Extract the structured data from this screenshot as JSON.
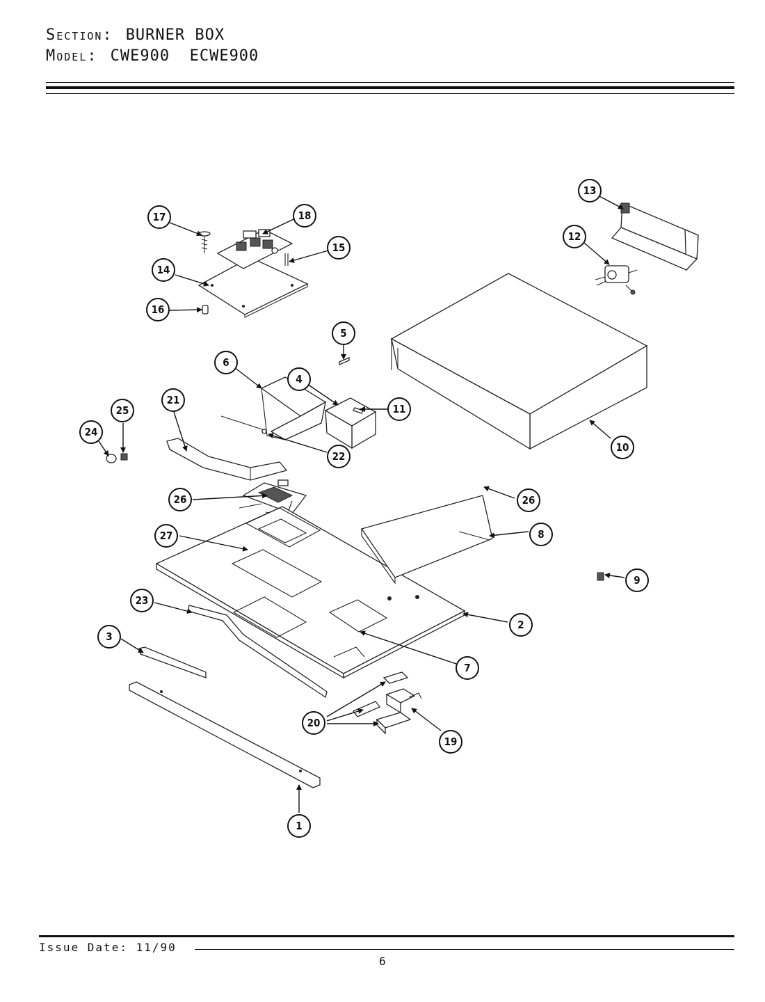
{
  "header": {
    "section_label": "Section:",
    "section_value": "BURNER BOX",
    "model_label": "Model:",
    "model_value": "CWE900  ECWE900"
  },
  "footer": {
    "issue_date": "Issue Date: 11/90",
    "page_number": "6"
  },
  "callouts": [
    {
      "id": "c13",
      "label": "13"
    },
    {
      "id": "c12",
      "label": "12"
    },
    {
      "id": "c17",
      "label": "17"
    },
    {
      "id": "c18",
      "label": "18"
    },
    {
      "id": "c15",
      "label": "15"
    },
    {
      "id": "c14",
      "label": "14"
    },
    {
      "id": "c16",
      "label": "16"
    },
    {
      "id": "c5",
      "label": "5"
    },
    {
      "id": "c6",
      "label": "6"
    },
    {
      "id": "c4",
      "label": "4"
    },
    {
      "id": "c11",
      "label": "11"
    },
    {
      "id": "c21",
      "label": "21"
    },
    {
      "id": "c25",
      "label": "25"
    },
    {
      "id": "c24",
      "label": "24"
    },
    {
      "id": "c22",
      "label": "22"
    },
    {
      "id": "c10",
      "label": "10"
    },
    {
      "id": "c26a",
      "label": "26"
    },
    {
      "id": "c26b",
      "label": "26"
    },
    {
      "id": "c8",
      "label": "8"
    },
    {
      "id": "c27",
      "label": "27"
    },
    {
      "id": "c9",
      "label": "9"
    },
    {
      "id": "c23",
      "label": "23"
    },
    {
      "id": "c2",
      "label": "2"
    },
    {
      "id": "c3",
      "label": "3"
    },
    {
      "id": "c7",
      "label": "7"
    },
    {
      "id": "c20",
      "label": "20"
    },
    {
      "id": "c19",
      "label": "19"
    },
    {
      "id": "c1",
      "label": "1"
    }
  ]
}
